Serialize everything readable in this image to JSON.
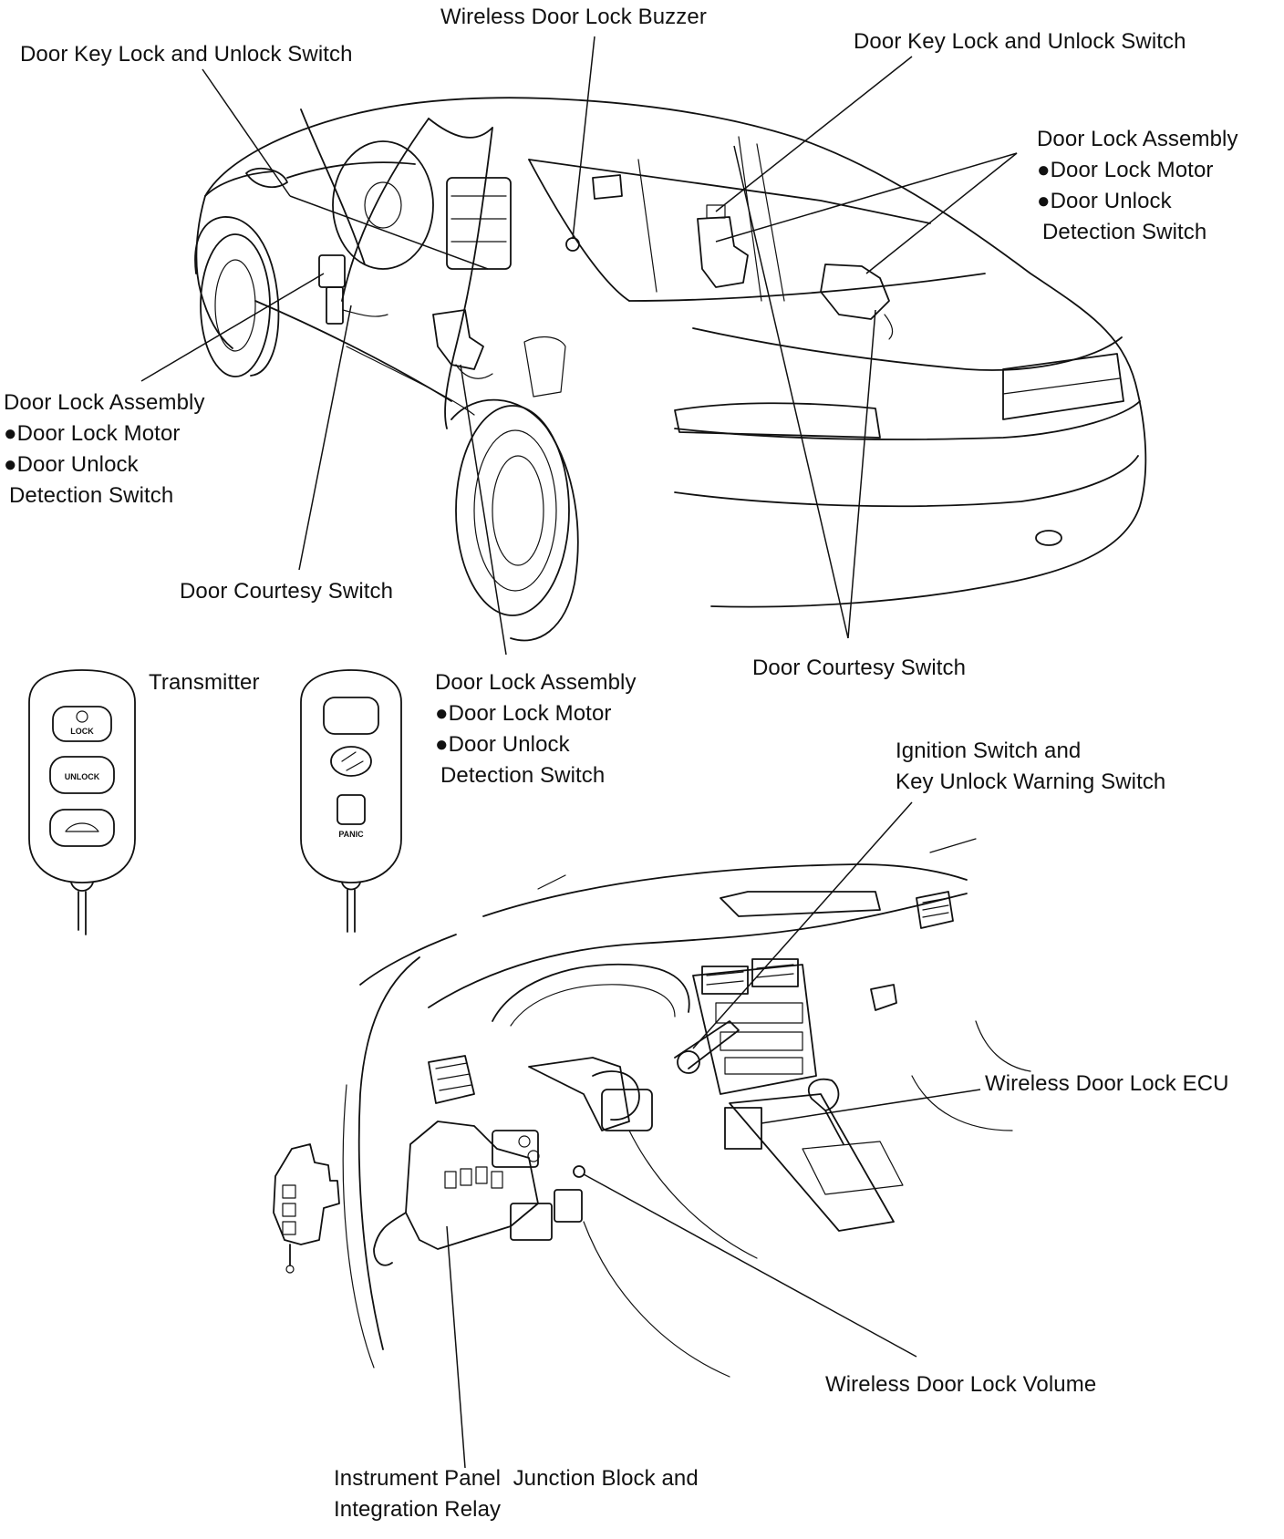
{
  "labels": {
    "wireless_buzzer": "Wireless Door Lock Buzzer",
    "door_key_switch_left": "Door Key Lock and Unlock Switch",
    "door_key_switch_right": "Door Key Lock and Unlock Switch",
    "door_lock_assy_right": {
      "title": "Door Lock Assembly",
      "item1": "●Door Lock Motor",
      "item2": "●Door Unlock",
      "item3": "Detection Switch"
    },
    "door_lock_assy_left": {
      "title": "Door Lock Assembly",
      "item1": "●Door Lock Motor",
      "item2": "●Door Unlock",
      "item3": "Detection Switch"
    },
    "door_courtesy_left": "Door Courtesy Switch",
    "transmitter": "Transmitter",
    "door_lock_assy_center": {
      "title": "Door Lock Assembly",
      "item1": "●Door Lock Motor",
      "item2": "●Door Unlock",
      "item3": "Detection Switch"
    },
    "door_courtesy_right": "Door Courtesy Switch",
    "ignition_switch": {
      "line1": "Ignition Switch and",
      "line2": "Key Unlock Warning Switch"
    },
    "wireless_ecu": "Wireless Door Lock ECU",
    "wireless_volume": "Wireless Door Lock Volume",
    "junction_block": {
      "line1": "Instrument Panel  Junction Block and",
      "line2": "Integration Relay"
    }
  },
  "transmitter_buttons": {
    "lock": "LOCK",
    "unlock": "UNLOCK",
    "panic": "PANIC"
  }
}
